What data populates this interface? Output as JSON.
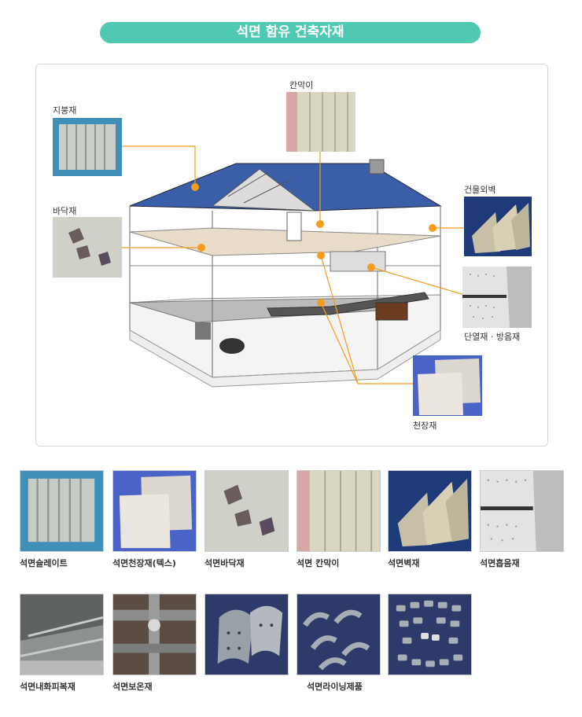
{
  "title": "석면 함유 건축자재",
  "diagram": {
    "labels": {
      "roof": "지붕재",
      "partition": "칸막이",
      "floor": "바닥재",
      "exterior_wall": "건물외벽",
      "insulation": "단열재 · 방음재",
      "ceiling": "천장재"
    }
  },
  "gallery": {
    "row1": [
      {
        "label": "석면슬레이트"
      },
      {
        "label": "석면천장재(텍스)"
      },
      {
        "label": "석면바닥재"
      },
      {
        "label": "석면 칸막이"
      },
      {
        "label": "석면벽재"
      },
      {
        "label": "석면흡음재"
      }
    ],
    "row2": [
      {
        "label": "석면내화피복재"
      },
      {
        "label": "석면보온재"
      },
      {
        "label": ""
      },
      {
        "label": "석면라이닝제품"
      },
      {
        "label": ""
      }
    ]
  },
  "colors": {
    "accent": "#4fc9b2",
    "connector": "#f39c1f"
  }
}
